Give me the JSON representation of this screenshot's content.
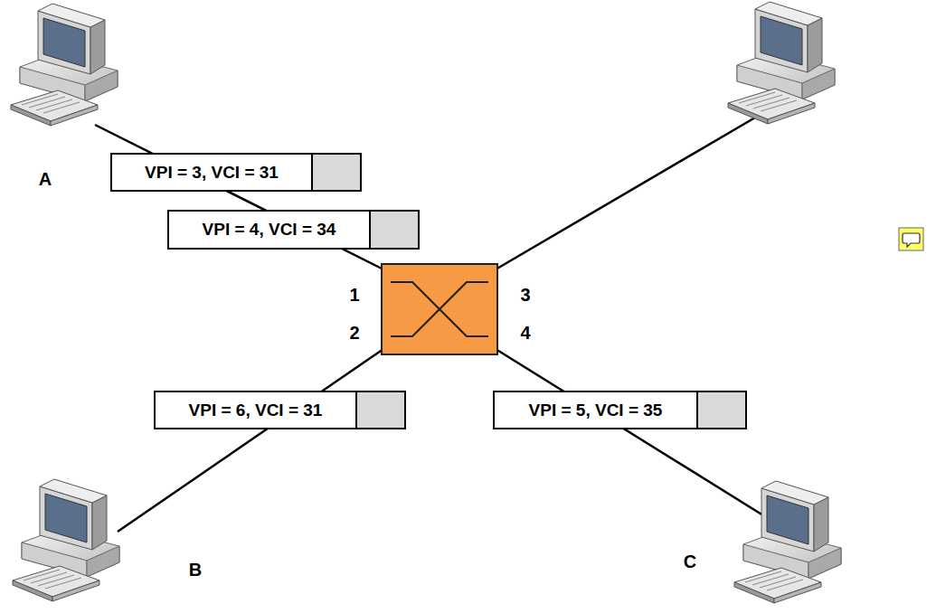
{
  "diagram": {
    "nodes": [
      {
        "text": [
          "VPI = 3, VCI = 31"
        ]
      },
      {
        "text": [
          "VPI = 4, VCI = 34"
        ]
      },
      {
        "text": [
          "VPI = 6, VCI = 31"
        ]
      },
      {
        "text": [
          "VPI = 5, VCI = 35"
        ]
      }
    ],
    "labels": [
      "A",
      "1",
      "2",
      "3",
      "4",
      "B",
      "C"
    ]
  }
}
